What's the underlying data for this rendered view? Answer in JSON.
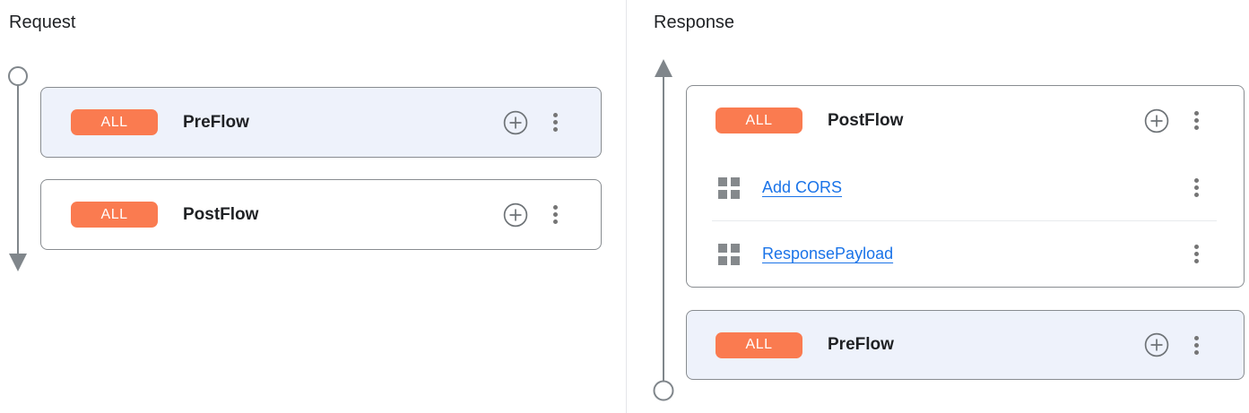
{
  "request": {
    "title": "Request",
    "flows": [
      {
        "badge": "ALL",
        "name": "PreFlow",
        "selected": true
      },
      {
        "badge": "ALL",
        "name": "PostFlow",
        "selected": false
      }
    ]
  },
  "response": {
    "title": "Response",
    "postflow": {
      "badge": "ALL",
      "name": "PostFlow",
      "policies": [
        {
          "label": "Add CORS"
        },
        {
          "label": "ResponsePayload"
        }
      ]
    },
    "preflow": {
      "badge": "ALL",
      "name": "PreFlow",
      "selected": true
    }
  },
  "icons": {
    "add_policy": "plus-circle-icon",
    "more_options": "kebab-menu-icon",
    "policy": "policy-grid-icon",
    "request_direction": "down-arrow-timeline",
    "response_direction": "up-arrow-timeline"
  },
  "colors": {
    "badge_orange": "#fa7b50",
    "selected_card_bg": "#eef2fb",
    "link_blue": "#1a73e8",
    "timeline_gray": "#80868b"
  }
}
